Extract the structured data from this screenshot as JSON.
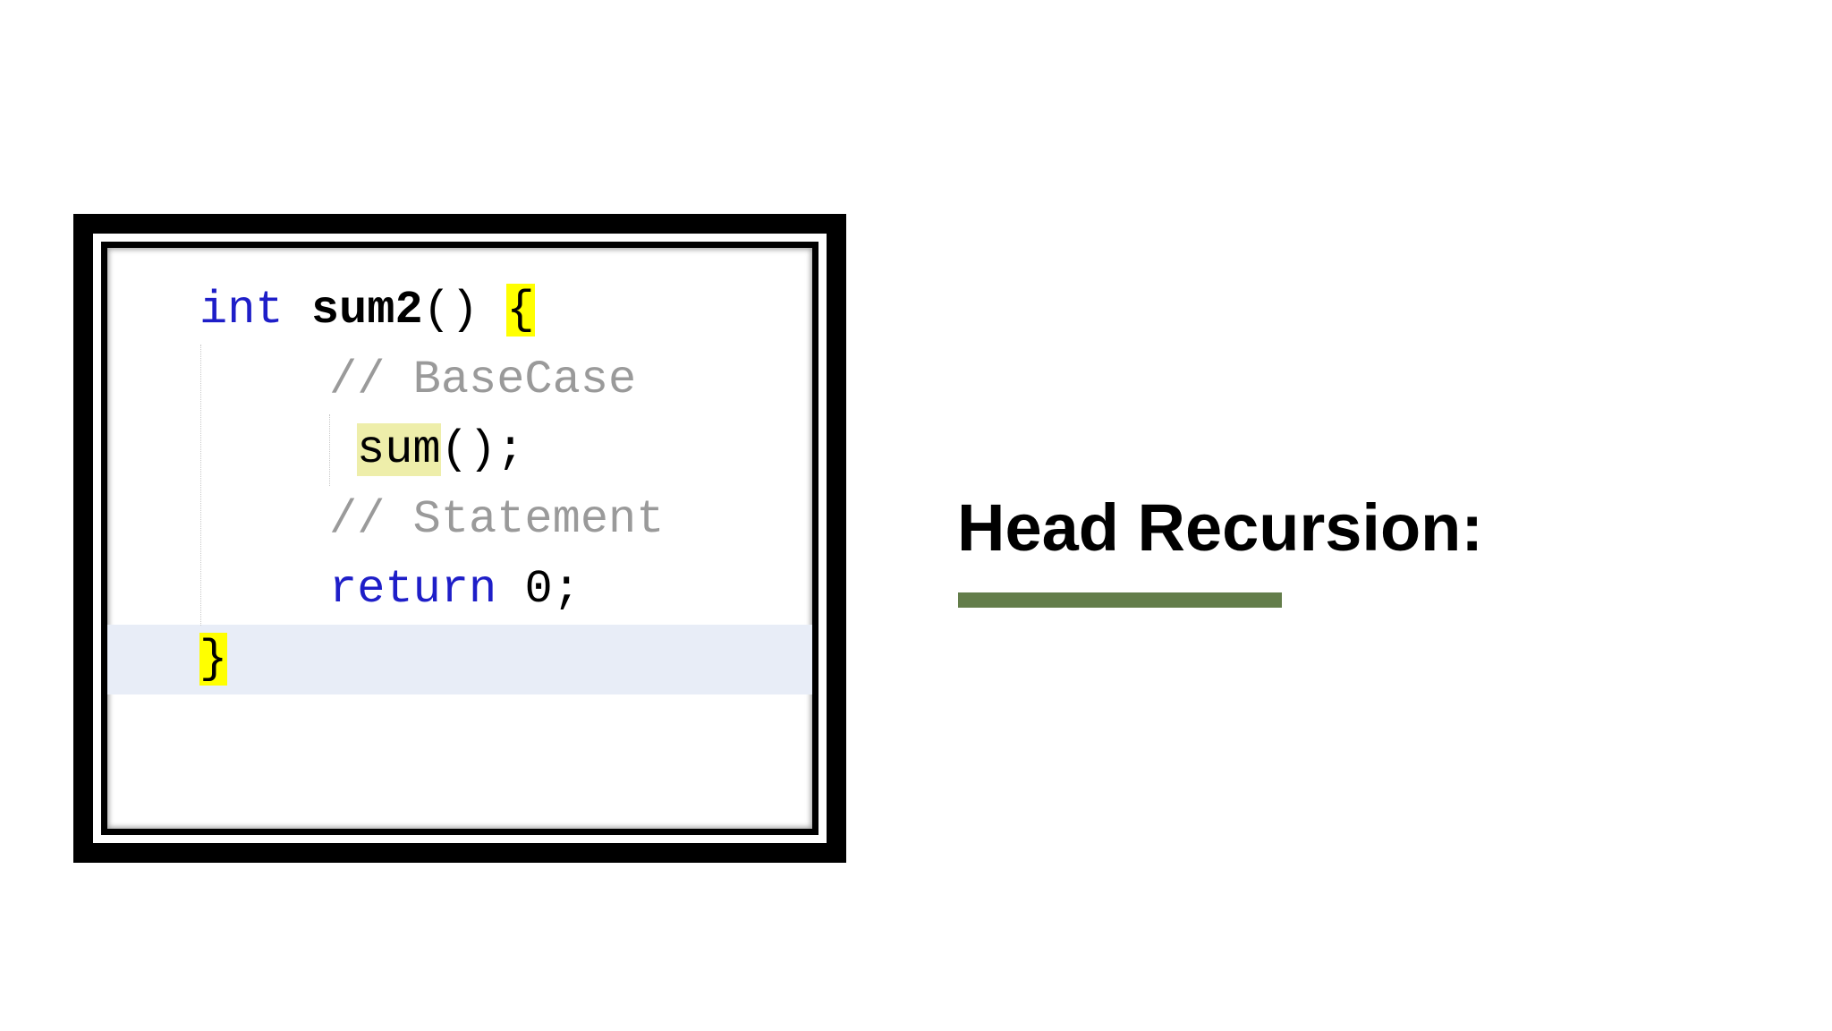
{
  "slide": {
    "title": "Head Recursion:",
    "accent_color": "#637d4a"
  },
  "code": {
    "line1": {
      "keyword": "int",
      "function_name": "sum2",
      "parens": "()",
      "open_brace": "{"
    },
    "line2": {
      "comment": "// BaseCase"
    },
    "line3": {
      "call": "sum",
      "rest": "();"
    },
    "line4": {
      "comment": "// Statement"
    },
    "line5": {
      "keyword": "return",
      "value": "0;"
    },
    "line6": {
      "close_brace": "}"
    }
  }
}
